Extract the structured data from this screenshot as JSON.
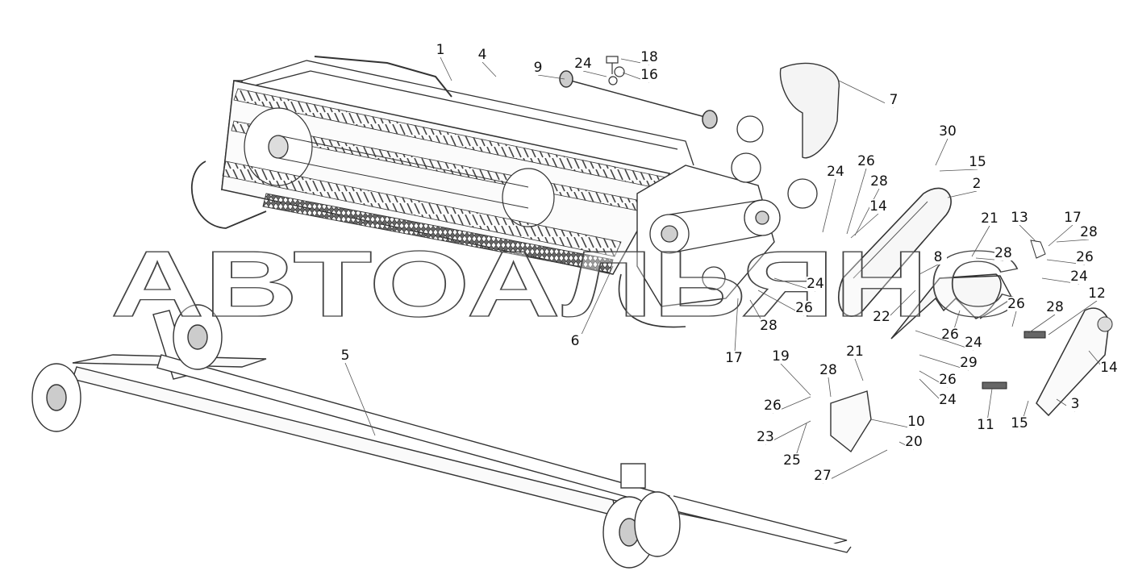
{
  "watermark": {
    "text": "АВТОАЛЬЯНС"
  },
  "callouts": [
    {
      "label": "1"
    },
    {
      "label": "4"
    },
    {
      "label": "9"
    },
    {
      "label": "24"
    },
    {
      "label": "18"
    },
    {
      "label": "16"
    },
    {
      "label": "7"
    },
    {
      "label": "30"
    },
    {
      "label": "15"
    },
    {
      "label": "2"
    },
    {
      "label": "26"
    },
    {
      "label": "24"
    },
    {
      "label": "28"
    },
    {
      "label": "14"
    },
    {
      "label": "21"
    },
    {
      "label": "13"
    },
    {
      "label": "17"
    },
    {
      "label": "28"
    },
    {
      "label": "28"
    },
    {
      "label": "26"
    },
    {
      "label": "24"
    },
    {
      "label": "8"
    },
    {
      "label": "24"
    },
    {
      "label": "26"
    },
    {
      "label": "22"
    },
    {
      "label": "6"
    },
    {
      "label": "28"
    },
    {
      "label": "17"
    },
    {
      "label": "12"
    },
    {
      "label": "26"
    },
    {
      "label": "28"
    },
    {
      "label": "26"
    },
    {
      "label": "24"
    },
    {
      "label": "29"
    },
    {
      "label": "26"
    },
    {
      "label": "24"
    },
    {
      "label": "14"
    },
    {
      "label": "3"
    },
    {
      "label": "15"
    },
    {
      "label": "11"
    },
    {
      "label": "5"
    },
    {
      "label": "19"
    },
    {
      "label": "21"
    },
    {
      "label": "28"
    },
    {
      "label": "26"
    },
    {
      "label": "10"
    },
    {
      "label": "23"
    },
    {
      "label": "25"
    },
    {
      "label": "27"
    },
    {
      "label": "20"
    }
  ]
}
